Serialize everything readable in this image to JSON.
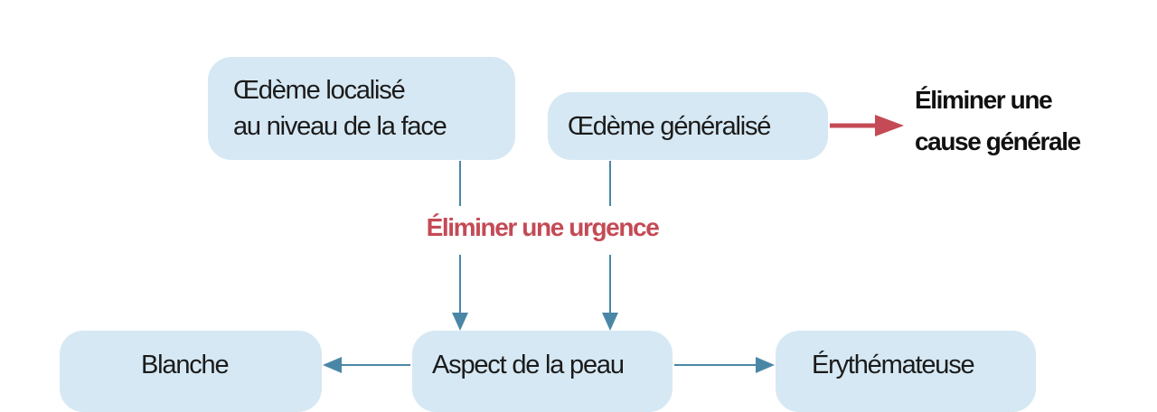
{
  "nodes": {
    "oedeme_face": {
      "line1": "Œdème localisé",
      "line2": "au niveau de la face"
    },
    "oedeme_generalise": {
      "label": "Œdème généralisé"
    },
    "eliminer_cause": {
      "line1": "Éliminer une",
      "line2": "cause générale"
    },
    "eliminer_urgence": {
      "label": "Éliminer une urgence"
    },
    "blanche": {
      "label": "Blanche"
    },
    "aspect_peau": {
      "label": "Aspect de la peau"
    },
    "erythemateuse": {
      "label": "Érythémateuse"
    }
  },
  "colors": {
    "box_fill": "#d6e8f3",
    "connector": "#4a87a6",
    "urgent_text": "#c44a55",
    "red_arrow": "#c44a55"
  }
}
